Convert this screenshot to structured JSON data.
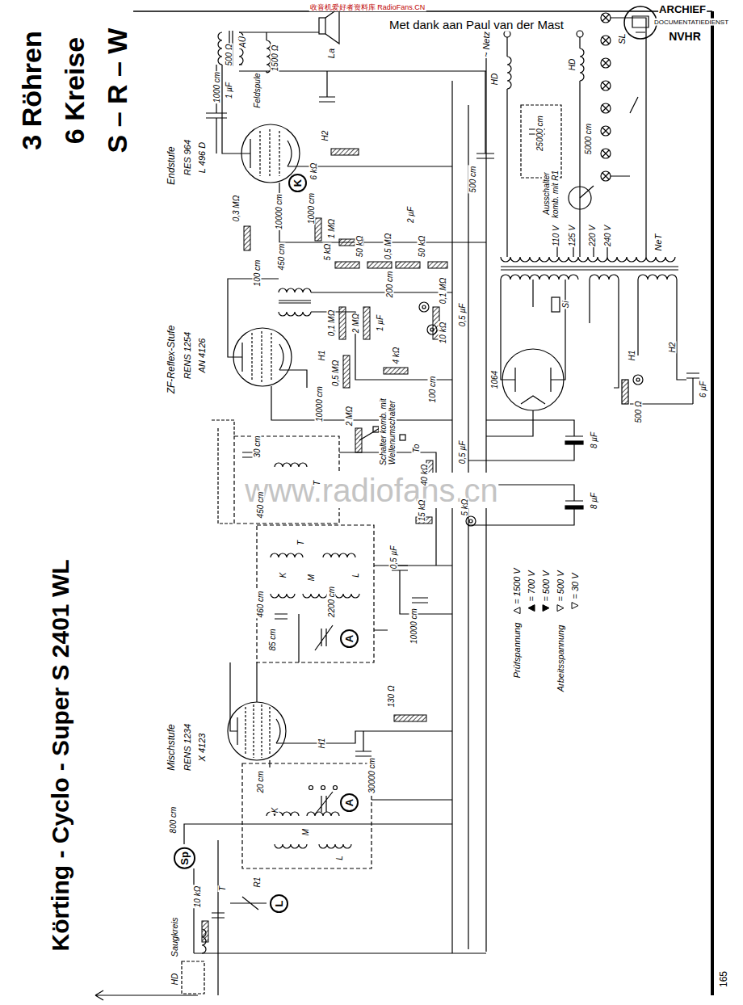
{
  "diagram": {
    "title": "Körting - Cyclo - Super S 2401 WL",
    "nodes": [
      {
        "text": [
          "K"
        ]
      },
      {
        "text": [
          "A"
        ]
      },
      {
        "text": [
          "A"
        ]
      },
      {
        "text": [
          "Sp"
        ]
      },
      {
        "text": [
          "L"
        ]
      }
    ],
    "labels": [
      "3 Röhren",
      "6 Kreise",
      "S – R – W",
      "收音机爱好者资料库 RadioFans.CN",
      "Met dank aan Paul van der Mast",
      "ARCHIEF",
      "DOCUMENTATIEDIENST",
      "NVHR",
      "www.radiofans.cn",
      "Endstufe",
      "RES 964",
      "L 496 D",
      "1000 cm",
      "1 µF",
      "500 Ω",
      "AÜ",
      "Feldspule",
      "1500 Ω",
      "La",
      "H2",
      "6 kΩ",
      "0,3 MΩ",
      "10000 cm",
      "1000 cm",
      "1 MΩ",
      "100 cm",
      "450 cm",
      "5 kΩ",
      "50 kΩ",
      "0,5 MΩ",
      "50 kΩ",
      "2 µF",
      "ZF-Reflex-Stufe",
      "RENS 1254",
      "AN 4126",
      "H1",
      "0,1 MΩ",
      "2 MΩ",
      "200 cm",
      "0,1 MΩ",
      "1 µF",
      "10 kΩ",
      "0,5 µF",
      "4 kΩ",
      "0,5 MΩ",
      "10000 cm",
      "100 cm",
      "2 MΩ",
      "Schalter komb. mit Wellenumschalter",
      "To",
      "30 cm",
      "450 cm",
      "T",
      "Mischstufe",
      "RENS 1234",
      "X 4123",
      "H1",
      "460 cm",
      "85 cm",
      "2200 cm",
      "K",
      "M",
      "L",
      "T",
      "0,5 µF",
      "10000 cm",
      "40 kΩ",
      "15 kΩ",
      "0,5 µF",
      "5 kΩ",
      "30000 cm",
      "130 Ω",
      "20 cm",
      "K",
      "M",
      "L",
      "800 cm",
      "Saugkreis",
      "HD",
      "10 kΩ",
      "T",
      "R1",
      "~ Netz",
      "HD",
      "500 cm",
      "25000 cm",
      "HD",
      "5000 cm",
      "Ausschalter komb. mit R1",
      "110 V",
      "125 V",
      "220 V",
      "240 V",
      "SL",
      "NeT",
      "Si",
      "1064",
      "H1",
      "H2",
      "500 Ω",
      "6 µF",
      "8 µF",
      "8 µF",
      "Prüfspannung",
      "Arbeitsspannung",
      "165"
    ],
    "legend": [
      {
        "text": "= 1500 V"
      },
      {
        "text": "= 700 V"
      },
      {
        "text": "= 500 V"
      },
      {
        "text": "= 500 V"
      },
      {
        "text": "= 30 V"
      }
    ]
  }
}
